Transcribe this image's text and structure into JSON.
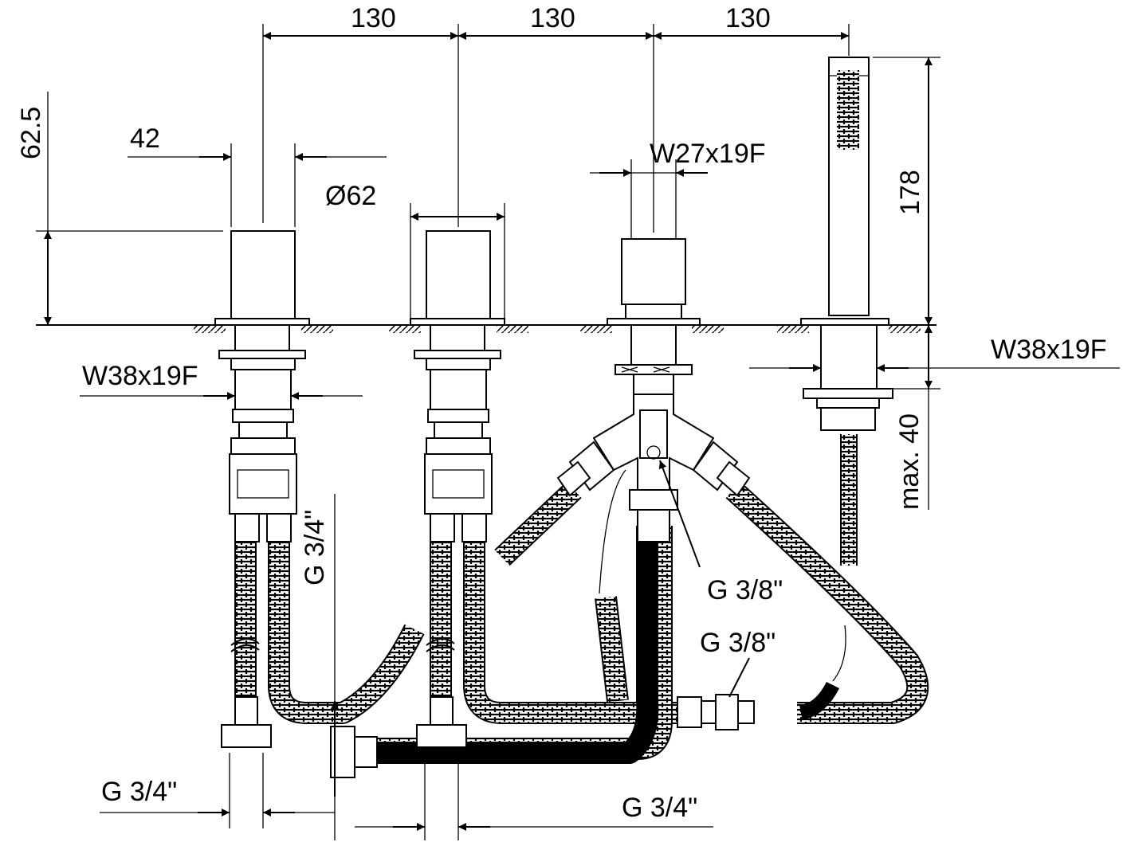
{
  "dimensions": {
    "spacing_1": "130",
    "spacing_2": "130",
    "spacing_3": "130",
    "height_body": "62.5",
    "width_body": "42",
    "diameter_spout": "Ø62",
    "thread_diverter": "W27x19F",
    "height_handshower": "178",
    "thread_right": "W38x19F",
    "thread_left": "W38x19F",
    "max_depth": "max. 40",
    "connection_vertical": "G 3/4\"",
    "connection_diverter": "G 3/8\"",
    "connection_hose": "G 3/8\"",
    "connection_left_bottom": "G 3/4\"",
    "connection_right_bottom": "G 3/4\""
  },
  "colors": {
    "line": "#000000",
    "background": "#ffffff",
    "hose_pattern": "#000000"
  }
}
